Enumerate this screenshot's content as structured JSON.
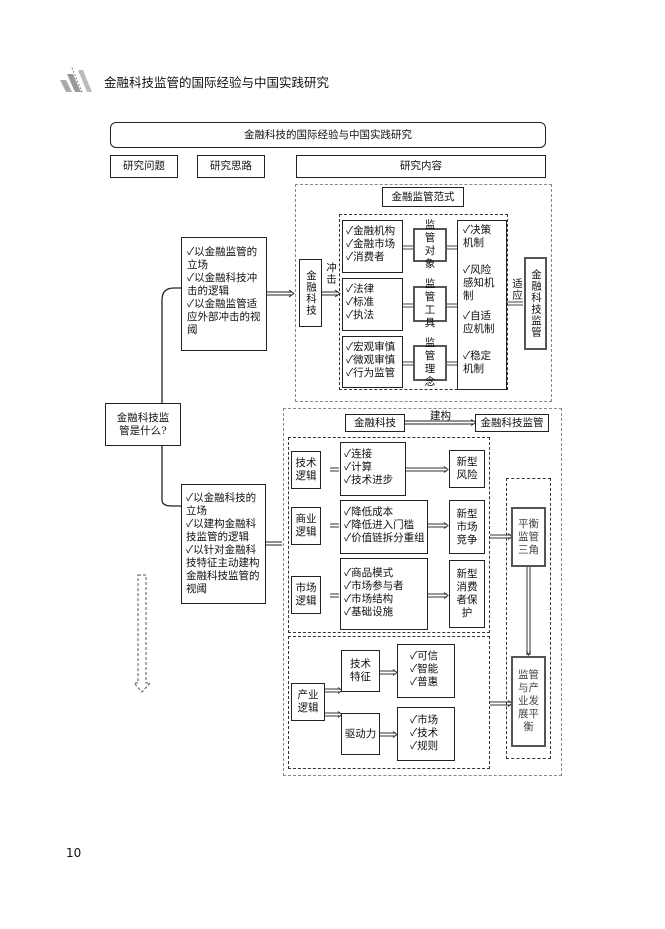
{
  "header": {
    "logo_icon": "book-stripes-logo",
    "title": "金融科技监管的国际经验与中国实践研究"
  },
  "diagram": {
    "top_title": "金融科技的国际经验与中国实践研究",
    "columns": {
      "question": "研究问题",
      "approach": "研究思路",
      "content": "研究内容"
    },
    "question_box": "金融科技监管是什么?",
    "approach_top": {
      "items": [
        "✓以金融监管的立场",
        "✓以金融科技冲击的逻辑",
        "✓以金融监管适应外部冲击的视阈"
      ]
    },
    "approach_bottom": {
      "items": [
        "✓以金融科技的立场",
        "✓以建构金融科技监管的逻辑",
        "✓以针对金融科技特征主动建构金融科技监管的视阈"
      ]
    },
    "upper": {
      "paradigm_title": "金融监管范式",
      "fintech_box": "金融科技",
      "impact_label": "冲击",
      "groups": [
        {
          "items": [
            "✓金融机构",
            "✓金融市场",
            "✓消费者"
          ],
          "label": "监管对象"
        },
        {
          "items": [
            "✓法律",
            "✓标准",
            "✓执法"
          ],
          "label": "监管工具"
        },
        {
          "items": [
            "✓宏观审慎",
            "✓微观审慎",
            "✓行为监管"
          ],
          "label": "监管理念"
        }
      ],
      "mechanisms": [
        "✓决策机制",
        "✓风险感知机制",
        "✓自适应机制",
        "✓稳定机制"
      ],
      "adapt_label": "适应",
      "result_box": "金融科技监管"
    },
    "lower": {
      "left_box": "金融科技",
      "construct_label": "建构",
      "right_box": "金融科技监管",
      "logics": [
        {
          "name": "技术逻辑",
          "items": [
            "✓连接",
            "✓计算",
            "✓技术进步"
          ],
          "result": "新型风险"
        },
        {
          "name": "商业逻辑",
          "items": [
            "✓降低成本",
            "✓降低进入门槛",
            "✓价值链拆分重组"
          ],
          "result": "新型市场竞争"
        },
        {
          "name": "市场逻辑",
          "items": [
            "✓商品模式",
            "✓市场参与者",
            "✓市场结构",
            "✓基础设施"
          ],
          "result": "新型消费者保护"
        }
      ],
      "industry": {
        "name": "产业逻辑",
        "tech_feature": "技术特征",
        "tech_items": [
          "✓可信",
          "✓智能",
          "✓普惠"
        ],
        "driver": "驱动力",
        "driver_items": [
          "✓市场",
          "✓技术",
          "✓规则"
        ]
      },
      "balance_triangle": "平衡监管三角",
      "balance_industry": "监管与产业发展平衡"
    }
  },
  "footer": {
    "page_number": "10"
  }
}
